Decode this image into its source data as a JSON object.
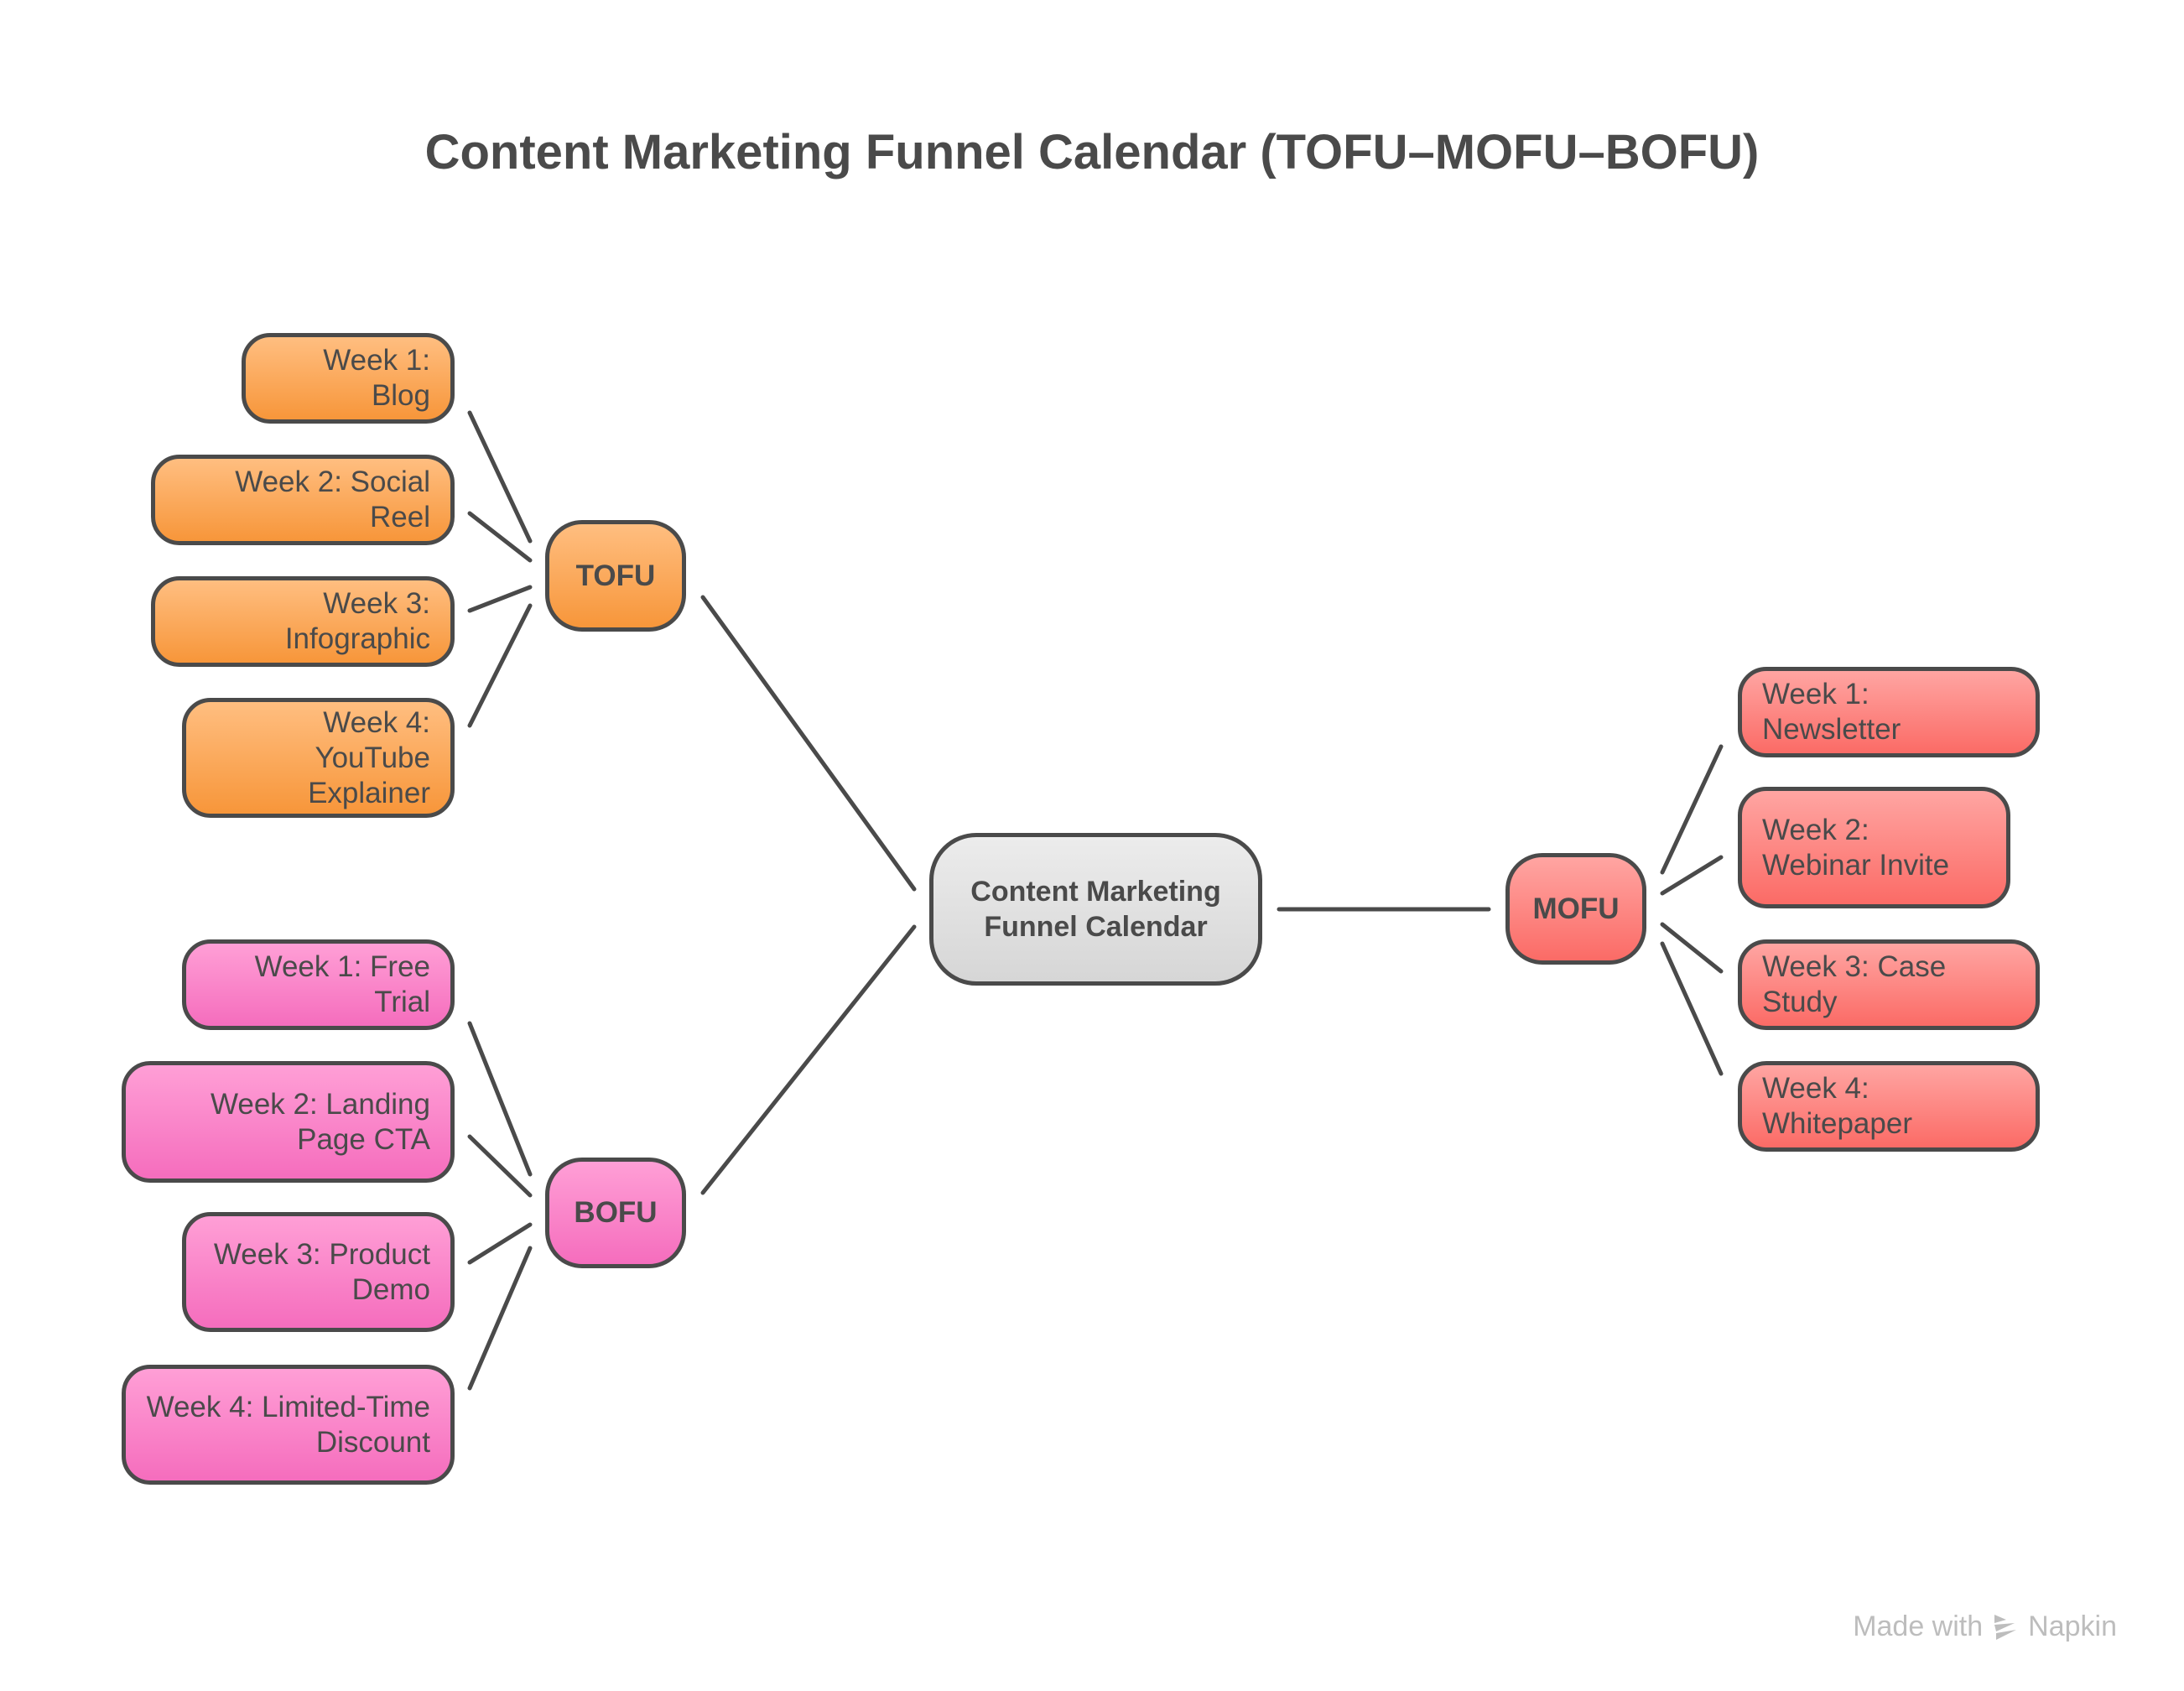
{
  "title": "Content Marketing Funnel Calendar (TOFU–MOFU–BOFU)",
  "center_node": "Content Marketing Funnel Calendar",
  "colors": {
    "tofu": "#f7963a",
    "mofu": "#fb6b66",
    "bofu": "#f56dbd",
    "hub": "#d9d9d9",
    "stroke": "#4a4a4a"
  },
  "stages": {
    "tofu": {
      "label": "TOFU",
      "items": [
        "Week 1: Blog",
        "Week 2: Social Reel",
        "Week 3: Infographic",
        "Week 4: YouTube Explainer"
      ]
    },
    "mofu": {
      "label": "MOFU",
      "items": [
        "Week 1: Newsletter",
        "Week 2: Webinar Invite",
        "Week 3: Case Study",
        "Week 4: Whitepaper"
      ]
    },
    "bofu": {
      "label": "BOFU",
      "items": [
        "Week 1: Free Trial",
        "Week 2: Landing Page CTA",
        "Week 3: Product Demo",
        "Week 4: Limited-Time Discount"
      ]
    }
  },
  "watermark": {
    "prefix": "Made with",
    "brand": "Napkin",
    "icon": "napkin-logo-icon"
  }
}
